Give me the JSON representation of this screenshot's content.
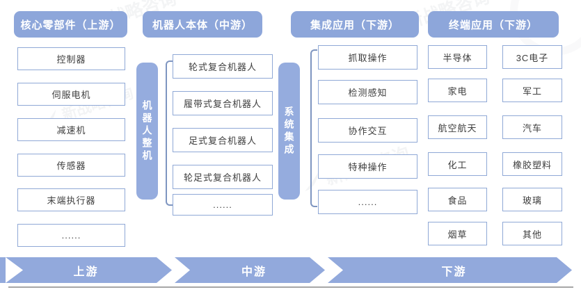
{
  "columns": [
    {
      "header": "核心零部件（上游）",
      "items": [
        "控制器",
        "伺服电机",
        "减速机",
        "传感器",
        "末端执行器",
        "......"
      ]
    },
    {
      "header": "机器人本体（中游）",
      "items": [
        "轮式复合机器人",
        "履带式复合机器人",
        "足式复合机器人",
        "轮足式复合机器人",
        "......"
      ]
    },
    {
      "header": "集成应用（下游）",
      "items": [
        "抓取操作",
        "检测感知",
        "协作交互",
        "特种操作",
        "......"
      ]
    },
    {
      "header": "终端应用（下游）",
      "items_left": [
        "半导体",
        "家电",
        "航空航天",
        "化工",
        "食品",
        "烟草"
      ],
      "items_right": [
        "3C电子",
        "军工",
        "汽车",
        "橡胶塑料",
        "玻璃",
        "其他"
      ]
    }
  ],
  "side_bars": [
    {
      "label": "机器人整机"
    },
    {
      "label": "系统集成"
    }
  ],
  "flow_arrows": [
    {
      "label": "上游"
    },
    {
      "label": "中游"
    },
    {
      "label": "下游"
    }
  ],
  "watermark_text": "新战略咨询",
  "colors": {
    "header_fill": "#8da6da",
    "side_bar_fill": "#95acde",
    "arrow_fill": "#92a9dc",
    "box_border": "#8fa8d6",
    "box_text": "#3d3d3d",
    "header_text": "#ffffff",
    "baseline_gray": "#a6a6a6"
  }
}
